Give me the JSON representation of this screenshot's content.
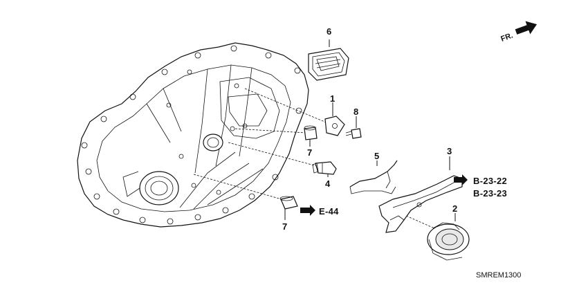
{
  "orientation": {
    "label": "FR.",
    "icon": "forward-arrow-icon"
  },
  "callouts": [
    {
      "id": "callout-1",
      "text": "1"
    },
    {
      "id": "callout-2",
      "text": "2"
    },
    {
      "id": "callout-3",
      "text": "3"
    },
    {
      "id": "callout-4",
      "text": "4"
    },
    {
      "id": "callout-5",
      "text": "5"
    },
    {
      "id": "callout-6",
      "text": "6"
    },
    {
      "id": "callout-7a",
      "text": "7"
    },
    {
      "id": "callout-7b",
      "text": "7"
    },
    {
      "id": "callout-8",
      "text": "8"
    }
  ],
  "references": {
    "e44": "E-44",
    "b2322": "B-23-22",
    "b2323": "B-23-23"
  },
  "diagram_code": "SMREM1300"
}
